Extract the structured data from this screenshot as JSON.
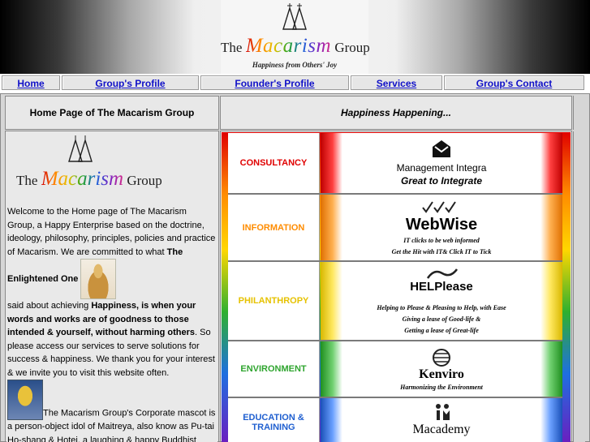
{
  "header": {
    "logo_prefix": "The",
    "logo_big": "Macarism",
    "logo_suffix": "Group",
    "tagline": "Happiness from Others' Joy"
  },
  "nav": [
    {
      "label": "Home"
    },
    {
      "label": "Group's Profile"
    },
    {
      "label": "Founder's Profile"
    },
    {
      "label": "Services"
    },
    {
      "label": "Group's Contact"
    }
  ],
  "page_title": "Home Page of The Macarism Group",
  "happening": "Happiness Happening...",
  "left": {
    "logo_prefix": "The",
    "logo_big": "Macarism",
    "logo_suffix": "Group",
    "p1": "Welcome to the Home page of The Macarism Group, a Happy Enterprise based on the doctrine, ideology, philosophy, principles, policies and practice of Macarism. We are committed to what",
    "p1_bold": "The Enlightened One",
    "p2_start": "said about achieving",
    "p2_bold": "Happiness, is when your words and works are of goodness to those intended & yourself, without harming others",
    "p2_end": ". So please access our services to serve solutions for success & happiness. We thank you for your interest & we invite you to visit this website often.",
    "p3": "The Macarism Group's Corporate mascot is a person-object idol of Maitreya, also know as Pu-tai Ho-shang & Hotei, a laughing & happy Buddhist"
  },
  "services": [
    {
      "label": "CONSULTANCY",
      "color": "#e00000",
      "brand": "Management Integra",
      "sub1": "Great to Integrate",
      "sub2": "",
      "sub3": ""
    },
    {
      "label": "INFORMATION",
      "color": "#ff8c00",
      "brand": "WebWise",
      "sub1": "IT clicks to be web informed",
      "sub2": "Get the Hit with IT& Click IT to Tick",
      "sub3": ""
    },
    {
      "label": "PHILANTHROPY",
      "color": "#e6c200",
      "brand": "HELPlease",
      "sub1": "Helping to Please & Pleasing to Help, with Ease",
      "sub2": "Giving a lease of Good-life &",
      "sub3": "Getting a lease of Great-life"
    },
    {
      "label": "ENVIRONMENT",
      "color": "#2fa52f",
      "brand": "Kenviro",
      "sub1": "Harmonizing the Environment",
      "sub2": "",
      "sub3": ""
    },
    {
      "label": "EDUCATION & TRAINING",
      "color": "#1f5fd0",
      "brand": "Macademy",
      "sub1": "",
      "sub2": "",
      "sub3": ""
    }
  ]
}
